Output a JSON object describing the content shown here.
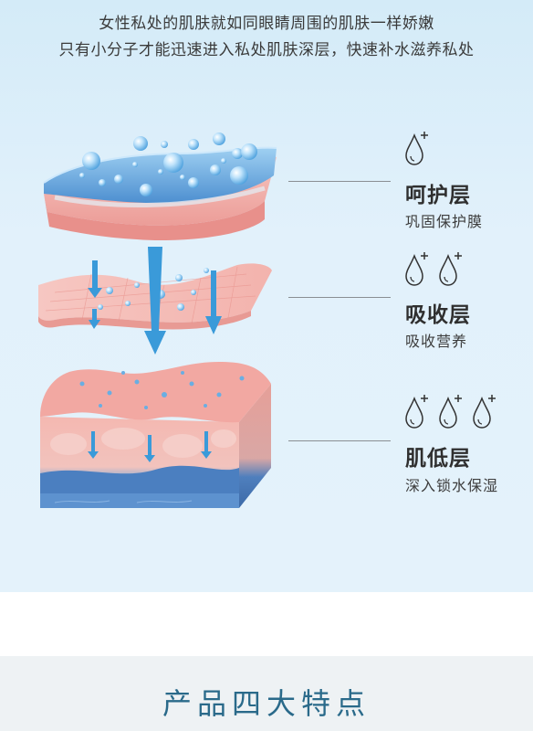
{
  "intro": {
    "line1": "女性私处的肌肤就如同眼睛周围的肌肤一样娇嫩",
    "line2": "只有小分子才能迅速进入私处肌肤深层，快速补水滋养私处"
  },
  "layers": [
    {
      "title": "呵护层",
      "subtitle": "巩固保护膜",
      "drop_icon": "water-drop-plus-icon",
      "drop_count": 1
    },
    {
      "title": "吸收层",
      "subtitle": "吸收营养",
      "drop_icon": "water-drop-plus-icon",
      "drop_count": 2
    },
    {
      "title": "肌低层",
      "subtitle": "深入锁水保湿",
      "drop_icon": "water-drop-plus-icon",
      "drop_count": 3
    }
  ],
  "section": {
    "title": "产品四大特点"
  },
  "colors": {
    "background_top": "#d4ebf8",
    "skin_pink": "#f2a9a4",
    "water_blue": "#5aa6df",
    "arrow_blue": "#3a9ad9",
    "title_teal": "#2a6a8a"
  }
}
